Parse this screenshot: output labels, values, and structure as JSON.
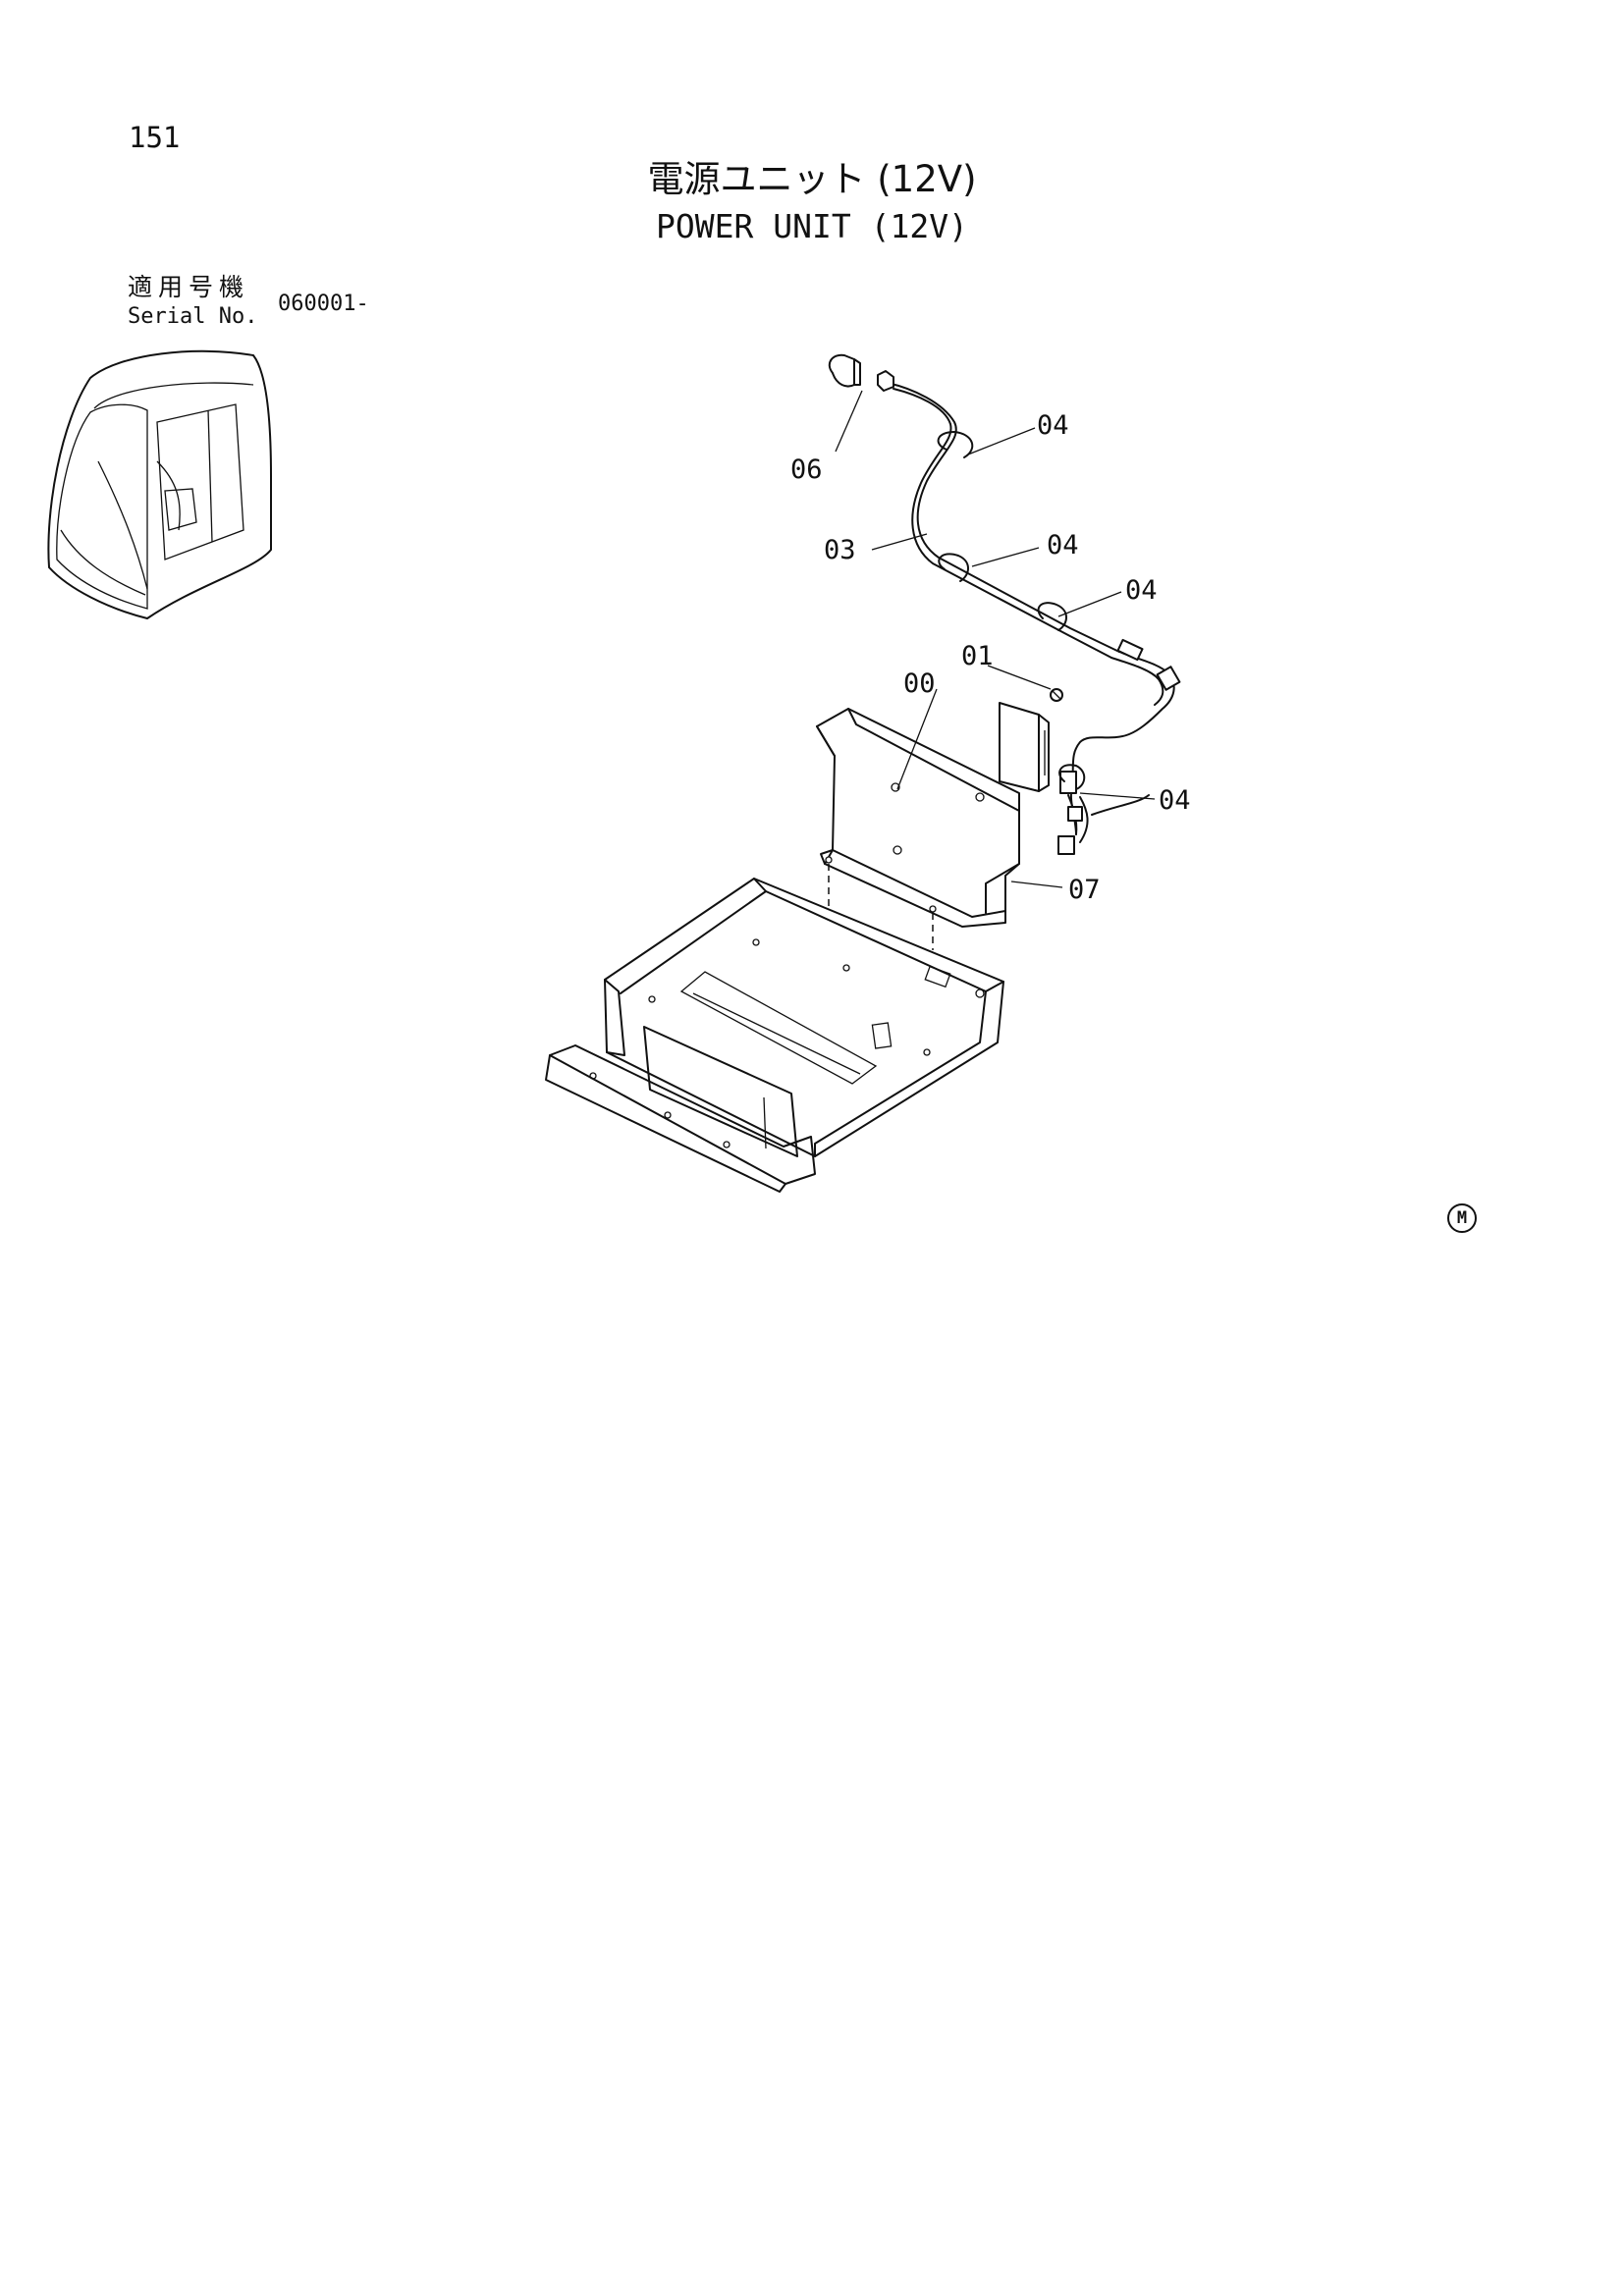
{
  "page_number": "151",
  "title_ja": "電源ユニット (12V)",
  "title_en": "POWER UNIT (12V)",
  "serial": {
    "label_ja": "適用号機",
    "label_en": "Serial No.",
    "value": "060001-"
  },
  "callouts": {
    "c00": "00",
    "c01": "01",
    "c03": "03",
    "c04a": "04",
    "c04b": "04",
    "c04c": "04",
    "c04d": "04",
    "c06": "06",
    "c07": "07"
  },
  "manufacturer_mark": "M"
}
